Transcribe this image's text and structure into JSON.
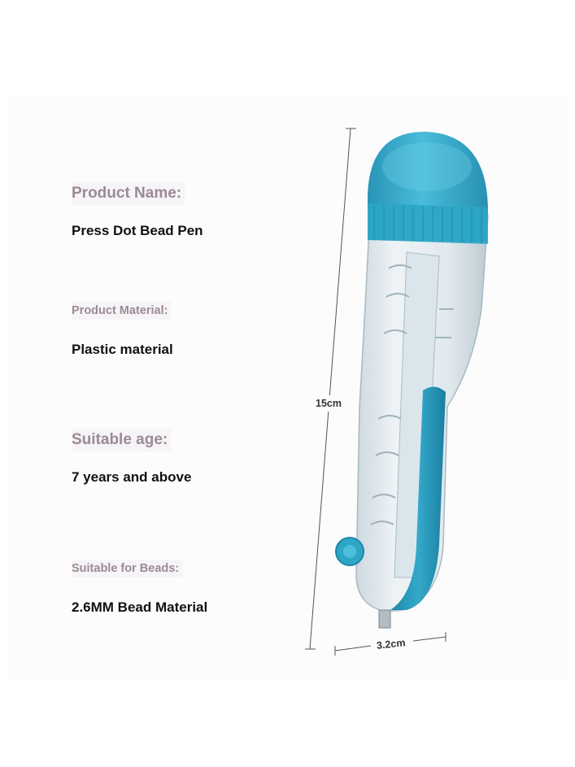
{
  "specs": [
    {
      "label": "Product Name:",
      "value": "Press Dot Bead Pen"
    },
    {
      "label": "Product Material:",
      "value": "Plastic material"
    },
    {
      "label": "Suitable age:",
      "value": "7 years and above"
    },
    {
      "label": "Suitable for Beads:",
      "value": "2.6MM Bead Material"
    }
  ],
  "dimensions": {
    "height": "15cm",
    "width": "3.2cm"
  },
  "colors": {
    "pen_blue": "#2ea6c6",
    "pen_blue_dark": "#1c86a8",
    "label_gray": "#9b8a97",
    "value_black": "#111111"
  }
}
